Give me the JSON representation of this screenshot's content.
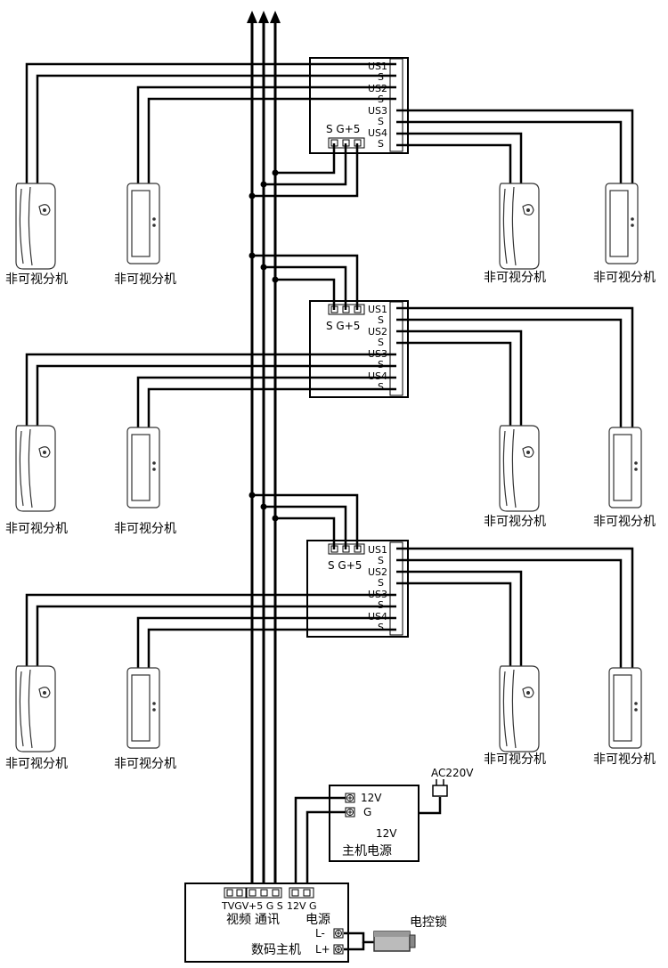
{
  "distributor": {
    "terminals": [
      "US1",
      "S",
      "US2",
      "S",
      "US3",
      "S",
      "US4",
      "S"
    ],
    "bus_label": "S G+5"
  },
  "handset_label": "非可视分机",
  "power_supply": {
    "terminals": [
      "12V",
      "G"
    ],
    "title_line1": "12V",
    "title_line2": "主机电源",
    "ac_label": "AC220V"
  },
  "host": {
    "terminal_labels": {
      "video": "TVGV",
      "comm": "+5 G S",
      "power": "12V G"
    },
    "group_labels": {
      "video": "视频",
      "comm": "通讯",
      "power": "电源"
    },
    "lock_terminals": [
      "L-",
      "L+"
    ],
    "title": "数码主机"
  },
  "lock": {
    "label": "电控锁"
  }
}
